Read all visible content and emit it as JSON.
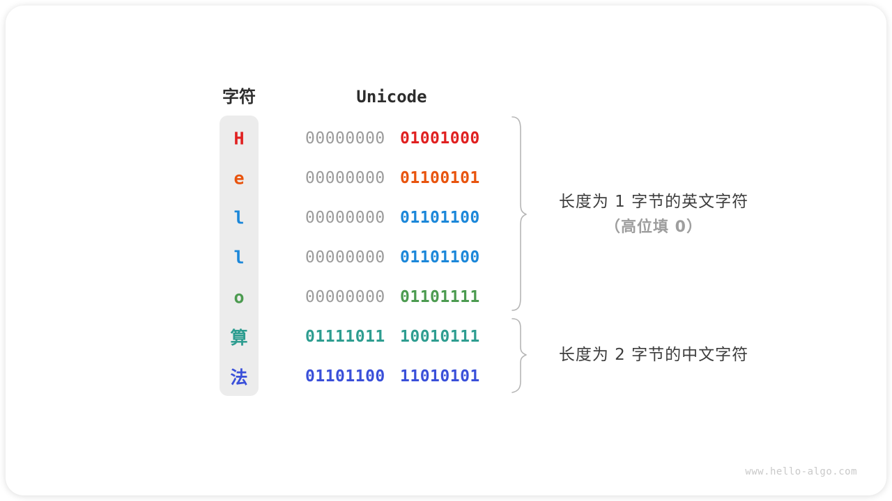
{
  "figure": {
    "char_header": "字符",
    "unicode_header": "Unicode",
    "rows": [
      {
        "char": "H",
        "bits_high": "00000000",
        "bits_low": "01001000",
        "color": "#e02020",
        "high_colored": false
      },
      {
        "char": "e",
        "bits_high": "00000000",
        "bits_low": "01100101",
        "color": "#e8540e",
        "high_colored": false
      },
      {
        "char": "l",
        "bits_high": "00000000",
        "bits_low": "01101100",
        "color": "#1b87d9",
        "high_colored": false
      },
      {
        "char": "l",
        "bits_high": "00000000",
        "bits_low": "01101100",
        "color": "#1b87d9",
        "high_colored": false
      },
      {
        "char": "o",
        "bits_high": "00000000",
        "bits_low": "01101111",
        "color": "#4c9b50",
        "high_colored": false
      },
      {
        "char": "算",
        "bits_high": "01111011",
        "bits_low": "10010111",
        "color": "#2e9d90",
        "high_colored": true
      },
      {
        "char": "法",
        "bits_high": "01101100",
        "bits_low": "11010101",
        "color": "#3a50d9",
        "high_colored": true
      }
    ]
  },
  "annotations": {
    "english": {
      "line1": "长度为 1 字节的英文字符",
      "line2": "（高位填 0）"
    },
    "chinese": {
      "line1": "长度为 2 字节的中文字符"
    }
  },
  "watermark": "www.hello-algo.com",
  "colors": {
    "gray_bits": "#9b9b9b",
    "column_bg": "#ececec",
    "annotation_dark": "#3d3d3d",
    "annotation_gray": "#9e9e9e",
    "brace": "#b5b5b5",
    "watermark": "#c9c9c9"
  }
}
